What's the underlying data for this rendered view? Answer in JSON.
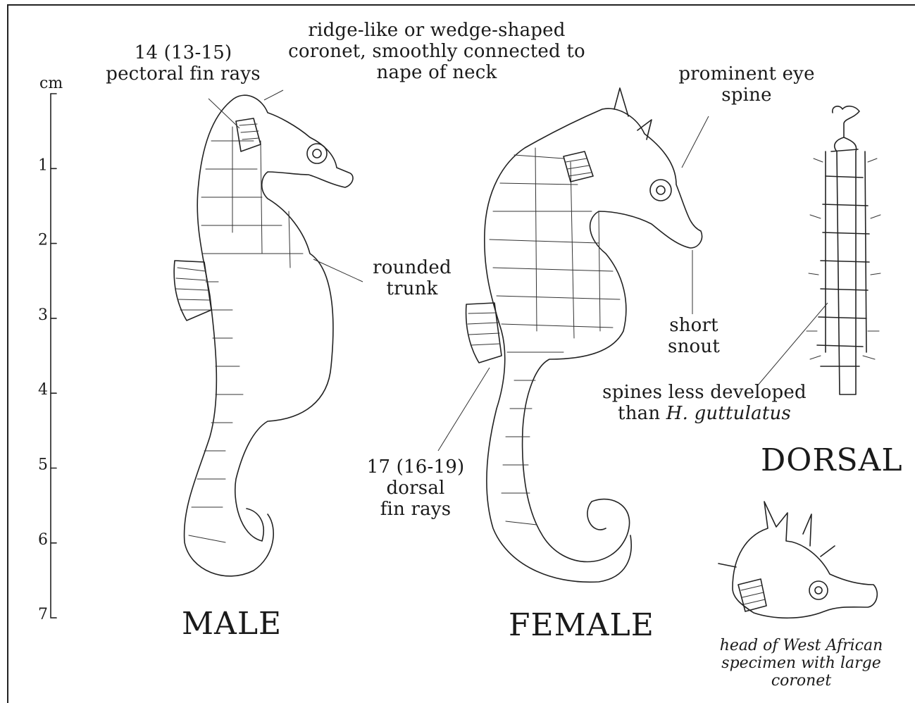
{
  "scale": {
    "unit": "cm",
    "ticks": [
      "1",
      "2",
      "3",
      "4",
      "5",
      "6",
      "7"
    ]
  },
  "labels": {
    "pectoral": [
      "14 (13-15)",
      "pectoral fin rays"
    ],
    "coronet": [
      "ridge-like or wedge-shaped",
      "coronet, smoothly connected to",
      "nape of neck"
    ],
    "eye_spine": [
      "prominent eye",
      "spine"
    ],
    "trunk": [
      "rounded",
      "trunk"
    ],
    "snout": [
      "short",
      "snout"
    ],
    "spines_line1": "spines less developed",
    "spines_line2_prefix": "than ",
    "spines_line2_species": "H. guttulatus",
    "dorsal_rays": [
      "17 (16-19)",
      "dorsal",
      "fin rays"
    ]
  },
  "views": {
    "male": "MALE",
    "female": "FEMALE",
    "dorsal": "DORSAL"
  },
  "caption": [
    "head of West African",
    "specimen with large",
    "coronet"
  ]
}
